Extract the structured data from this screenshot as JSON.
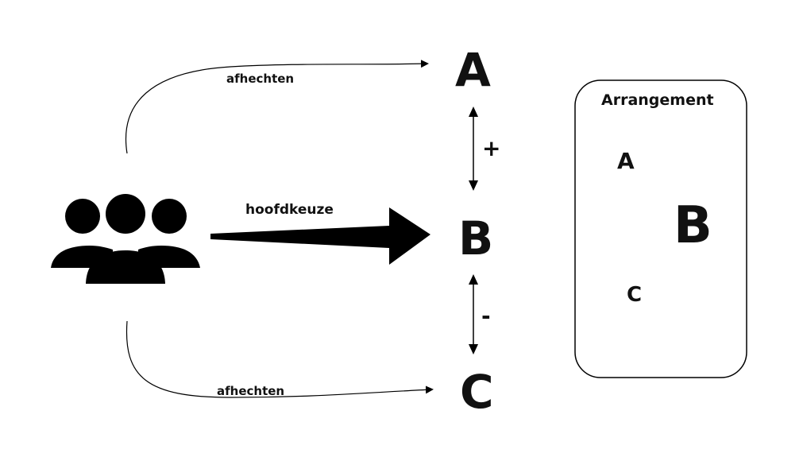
{
  "colors": {
    "ink": "#000000",
    "background": "#ffffff"
  },
  "labels": {
    "top_curve": "afhechten",
    "main_arrow": "hoofdkeuze",
    "bottom_curve": "afhechten",
    "plus": "+",
    "minus": "-"
  },
  "options": {
    "a": "A",
    "b": "B",
    "c": "C"
  },
  "arrangement": {
    "title": "Arrangement",
    "a": "A",
    "b": "B",
    "c": "C"
  }
}
